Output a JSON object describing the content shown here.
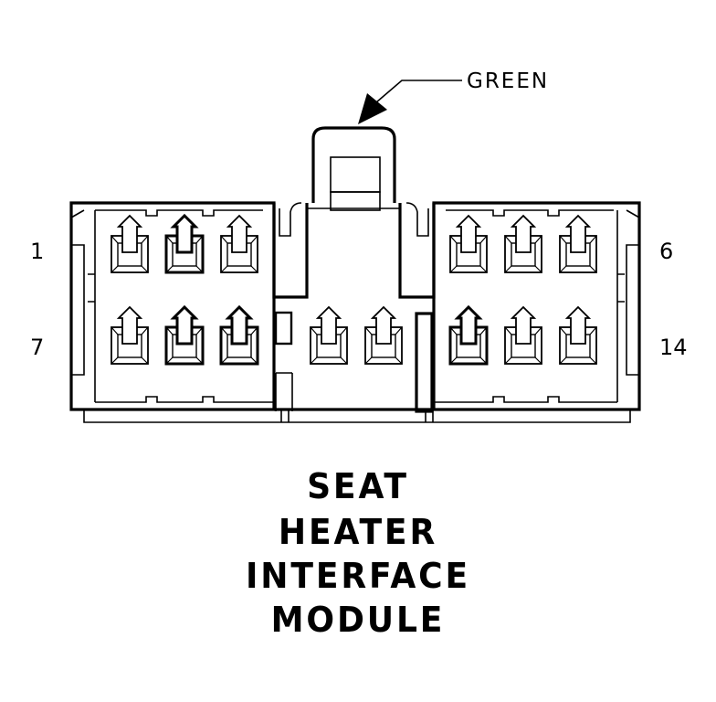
{
  "callout": {
    "label": "GREEN"
  },
  "pin_labels": {
    "top_left": "1",
    "top_right": "6",
    "bottom_left": "7",
    "bottom_right": "14"
  },
  "title_lines": [
    "SEAT",
    "HEATER",
    "INTERFACE",
    "MODULE"
  ]
}
